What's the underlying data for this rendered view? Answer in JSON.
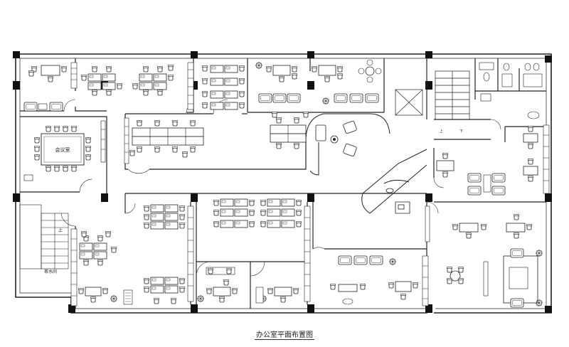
{
  "plan": {
    "caption": "办公室平面布置图",
    "room_labels": {
      "meeting_room": "会议室",
      "tea_room": "茶水间"
    },
    "stair_marks": {
      "up_a": "上",
      "down_a": "下",
      "up_b": "上"
    }
  }
}
